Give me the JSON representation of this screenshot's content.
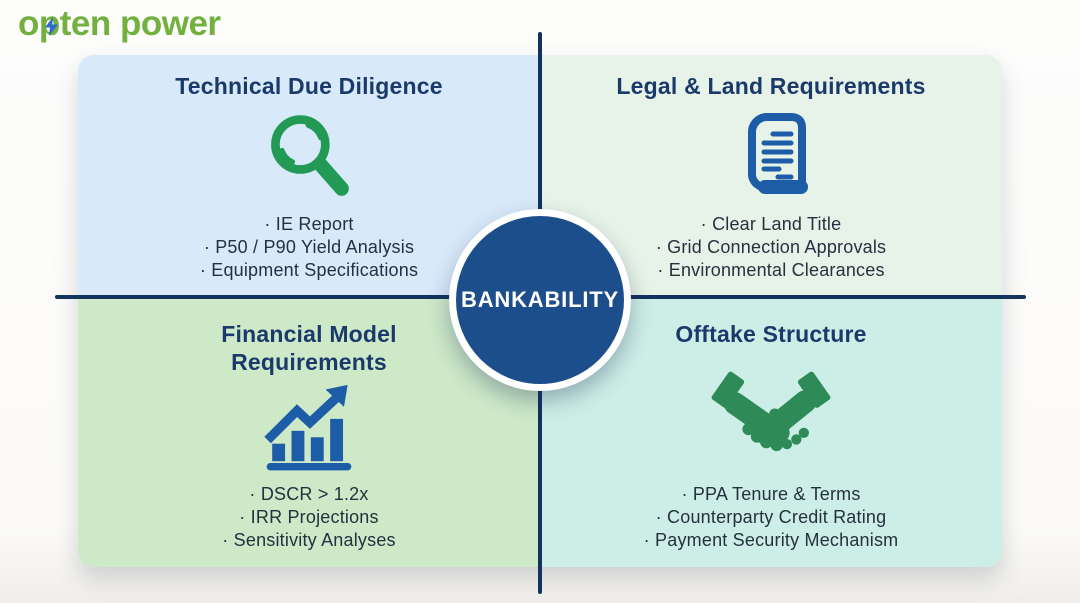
{
  "logo": {
    "text": "opten power"
  },
  "center": {
    "label": "BANKABILITY"
  },
  "quadrants": [
    {
      "id": "technical",
      "title": "Technical Due Diligence",
      "icon": "magnifier-icon",
      "items": [
        "IE Report",
        "P50 / P90 Yield Analysis",
        "Equipment Specifications"
      ]
    },
    {
      "id": "legal",
      "title": "Legal & Land Requirements",
      "icon": "scroll-icon",
      "items": [
        "Clear Land Title",
        "Grid Connection Approvals",
        "Environmental Clearances"
      ]
    },
    {
      "id": "financial",
      "title": "Financial Model Requirements",
      "icon": "growth-chart-icon",
      "items": [
        "DSCR > 1.2x",
        "IRR Projections",
        "Sensitivity Analyses"
      ]
    },
    {
      "id": "offtake",
      "title": "Offtake Structure",
      "icon": "handshake-icon",
      "items": [
        "PPA Tenure & Terms",
        "Counterparty Credit Rating",
        "Payment Security Mechanism"
      ]
    }
  ],
  "colors": {
    "logo_green": "#72b13f",
    "bolt_blue": "#2b6cc8",
    "heading_navy": "#1b3a6b",
    "body_text": "#25313e",
    "divider_navy": "#14325e",
    "circle_blue": "#1d4e8c",
    "panel_technical": "#d8e9f9",
    "panel_legal": "#e7f3e8",
    "panel_financial": "#cde9c8",
    "panel_offtake": "#cdeee6",
    "icon_green": "#229a55",
    "icon_blue": "#1d5ca6",
    "handshake_green": "#2e8b57"
  }
}
